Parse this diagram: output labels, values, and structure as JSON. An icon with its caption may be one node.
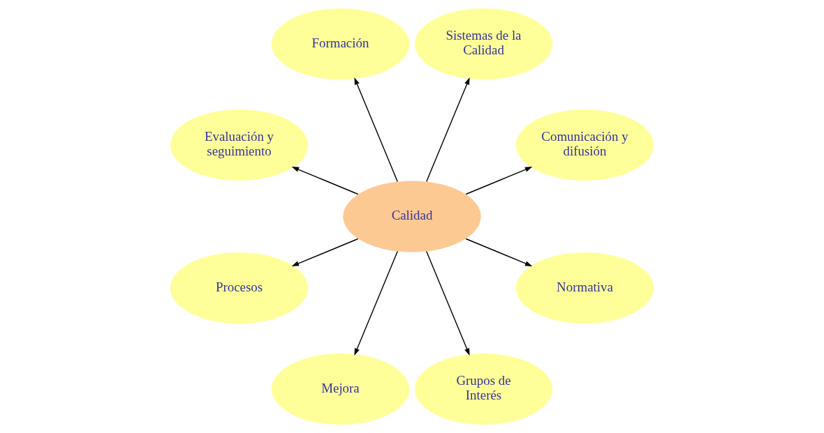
{
  "diagram": {
    "nodes": [
      {
        "text": [
          "Comunicación y difusión"
        ]
      },
      {
        "text": [
          "Sistemas de la Calidad"
        ]
      },
      {
        "text": [
          "Formación"
        ]
      },
      {
        "text": [
          "Evaluación y seguimiento"
        ]
      },
      {
        "text": [
          "Calidad"
        ]
      },
      {
        "text": [
          "Procesos"
        ]
      },
      {
        "text": [
          "Mejora"
        ]
      },
      {
        "text": [
          "Grupos de Interés"
        ]
      },
      {
        "text": [
          "Normativa"
        ]
      }
    ],
    "edges": [
      {
        "from": 4,
        "to": 0,
        "arrow": "to"
      },
      {
        "from": 4,
        "to": 1,
        "arrow": "to"
      },
      {
        "from": 4,
        "to": 2,
        "arrow": "to"
      },
      {
        "from": 4,
        "to": 3,
        "arrow": "to"
      },
      {
        "from": 4,
        "to": 5,
        "arrow": "to"
      },
      {
        "from": 4,
        "to": 6,
        "arrow": "to"
      },
      {
        "from": 4,
        "to": 7,
        "arrow": "to"
      },
      {
        "from": 4,
        "to": 8,
        "arrow": "to"
      }
    ]
  }
}
